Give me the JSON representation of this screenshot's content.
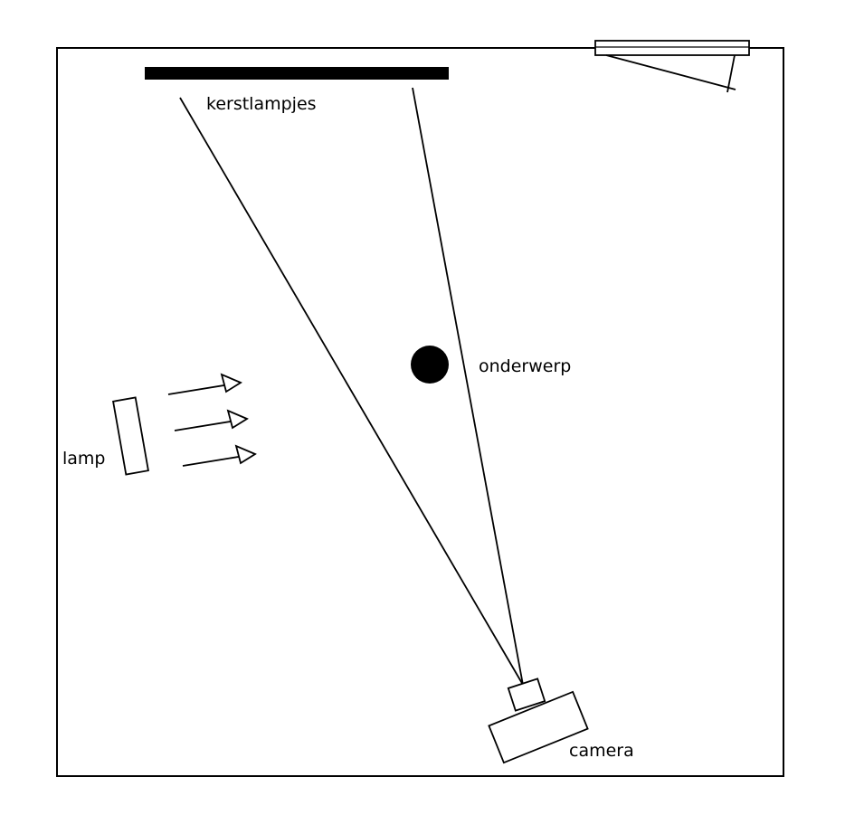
{
  "labels": {
    "lights": "kerstlampjes",
    "subject": "onderwerp",
    "lamp": "lamp",
    "camera": "camera"
  },
  "colors": {
    "ink": "#000000",
    "paper": "#ffffff"
  }
}
